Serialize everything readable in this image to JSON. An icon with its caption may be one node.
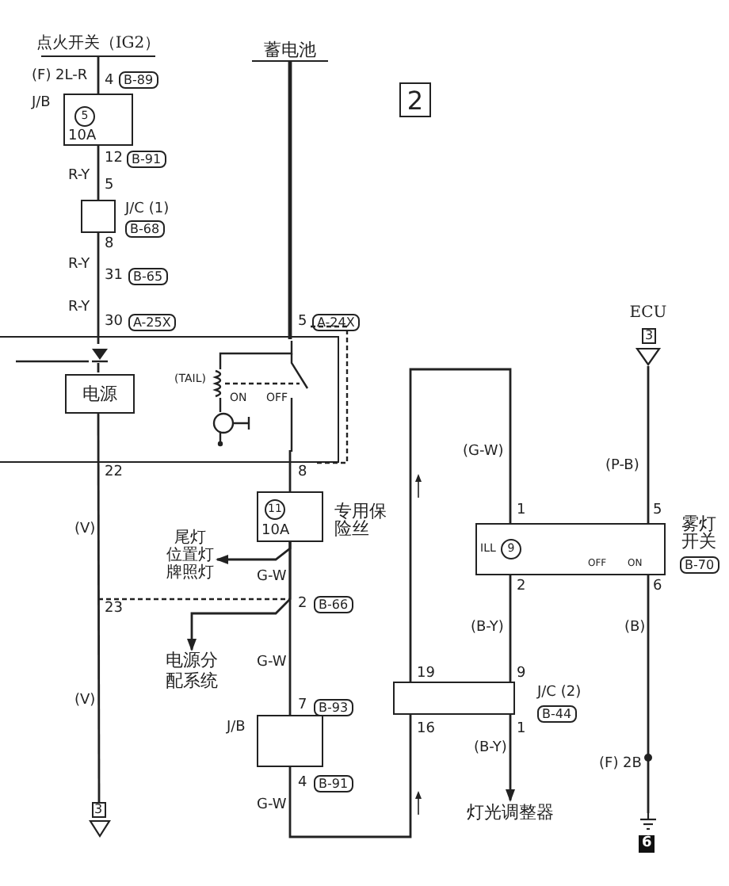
{
  "diagram": {
    "nodes": [
      {
        "text": [
          "点火开关（IG2）"
        ]
      },
      {
        "text": [
          "蓄电池"
        ]
      },
      {
        "text": [
          "J/B",
          "5",
          "10A"
        ]
      },
      {
        "text": [
          "J/C (1)",
          "B-68"
        ]
      },
      {
        "text": [
          "ECU",
          "3"
        ]
      },
      {
        "text": [],
        "shape": "box"
      },
      {
        "text": [
          "电源"
        ],
        "in": 5
      },
      {
        "text": [
          "11",
          "10A"
        ],
        "beside": [
          "专用保险丝"
        ]
      },
      {
        "text": [
          "ILL",
          "9",
          "OFF",
          "ON"
        ],
        "beside": [
          "雾灯开关",
          "B-70"
        ]
      },
      {
        "text": [
          "尾灯",
          "位置灯",
          "牌照灯"
        ]
      },
      {
        "text": [
          "电源分配系统"
        ]
      },
      {
        "text": [
          "J/C (2)",
          "B-44"
        ]
      },
      {
        "text": [
          "J/B"
        ]
      },
      {
        "text": [
          "灯光调整器"
        ]
      },
      {
        "text": [
          "3"
        ]
      },
      {
        "text": [
          "6"
        ]
      },
      {
        "text": [
          "2"
        ]
      },
      {
        "text": [],
        "shape": "diode",
        "in": 5
      },
      {
        "text": [
          "(TAIL)",
          "ON",
          "OFF"
        ],
        "in": 5
      }
    ],
    "edges": [
      {
        "from": 0,
        "to": 2,
        "arrow": "none"
      },
      {
        "from": 2,
        "to": 3,
        "arrow": "none"
      },
      {
        "from": 3,
        "to": 17,
        "arrow": "none"
      },
      {
        "from": 1,
        "to": 18,
        "arrow": "none"
      },
      {
        "from": 18,
        "to": 7,
        "arrow": "none"
      },
      {
        "from": 7,
        "to": 9,
        "arrow": "to"
      },
      {
        "from": 7,
        "to": 10,
        "arrow": "to"
      },
      {
        "from": 7,
        "to": 12,
        "arrow": "none"
      },
      {
        "from": 12,
        "to": 11,
        "arrow": "none"
      },
      {
        "from": 11,
        "to": 8,
        "arrow": "none"
      },
      {
        "from": 8,
        "to": 11,
        "arrow": "none"
      },
      {
        "from": 11,
        "to": 13,
        "arrow": "to"
      },
      {
        "from": 4,
        "to": 8,
        "arrow": "none"
      },
      {
        "from": 8,
        "to": 15,
        "arrow": "none"
      },
      {
        "from": 6,
        "to": 14,
        "arrow": "none"
      },
      {
        "from": 17,
        "to": 6,
        "arrow": "none"
      }
    ],
    "labels": [
      "(F) 2L-R",
      "4",
      "B-89",
      "12",
      "B-91",
      "R-Y",
      "5",
      "8",
      "R-Y",
      "31",
      "B-65",
      "R-Y",
      "30",
      "A-25X",
      "5",
      "A-24X",
      "22",
      "8",
      "(V)",
      "G-W",
      "23",
      "2",
      "B-66",
      "G-W",
      "(V)",
      "7",
      "B-93",
      "4",
      "B-91",
      "G-W",
      "(G-W)",
      "(P-B)",
      "1",
      "5",
      "2",
      "6",
      "(B-Y)",
      "(B)",
      "19",
      "9",
      "16",
      "1",
      "(B-Y)",
      "(F) 2B"
    ]
  }
}
